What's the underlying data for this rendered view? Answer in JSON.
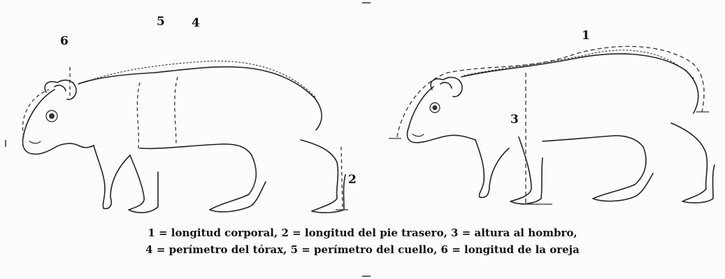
{
  "figure": {
    "labels": {
      "left_ear": "6",
      "left_neck": "5",
      "left_chest": "4",
      "left_foot": "2",
      "right_body": "1",
      "right_shoulder": "3"
    },
    "caption": {
      "line1": "1 = longitud corporal, 2 = longitud del pie trasero, 3 = altura al hombro,",
      "line2": "4 = perímetro del tórax, 5 = perímetro del cuello, 6 = longitud de la oreja"
    },
    "colors": {
      "ink": "#222222",
      "paper": "#fdfcfd"
    }
  }
}
